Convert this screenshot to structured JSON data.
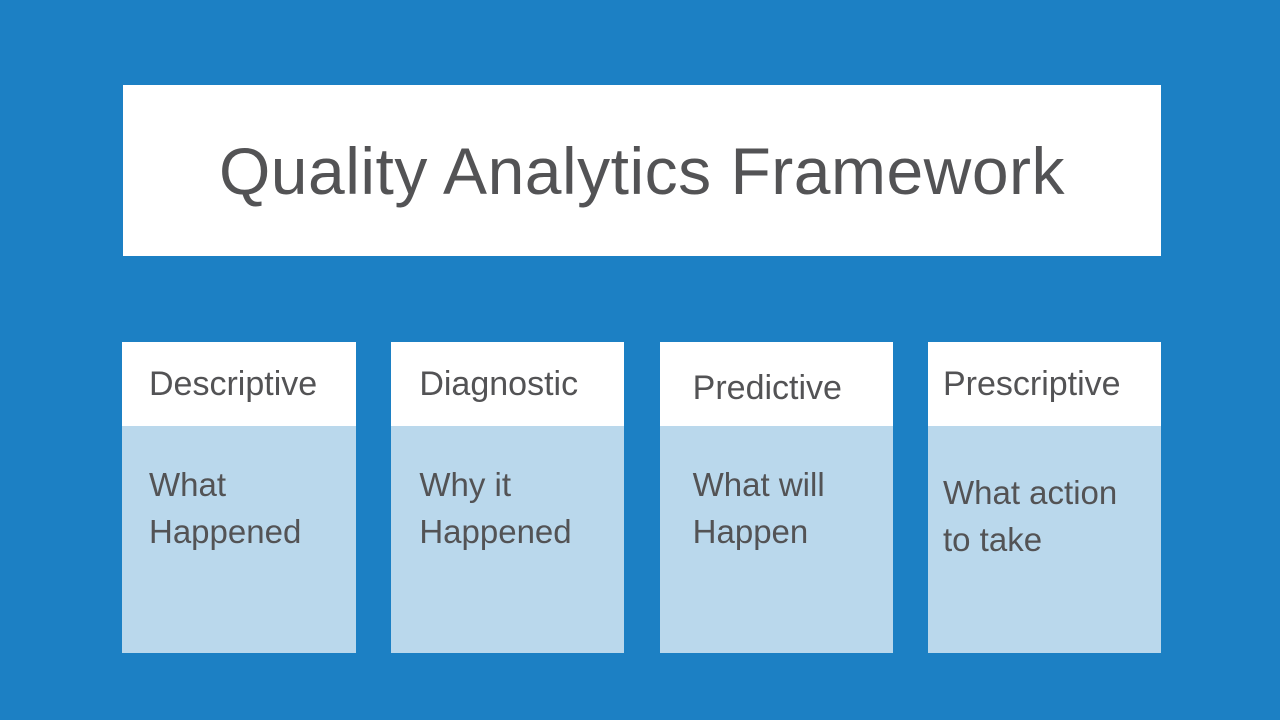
{
  "slide": {
    "title": "Quality Analytics Framework"
  },
  "columns": [
    {
      "header": "Descriptive",
      "body": "What\nHappened"
    },
    {
      "header": "Diagnostic",
      "body": "Why it\nHappened"
    },
    {
      "header": "Predictive",
      "body": "What will\nHappen"
    },
    {
      "header": "Prescriptive",
      "body": "What action\nto take"
    }
  ],
  "colors": {
    "background_blue": "#1c80c4",
    "card_header_white": "#ffffff",
    "card_body_light_blue": "#bad8ec",
    "text_dark_gray": "#535355"
  }
}
